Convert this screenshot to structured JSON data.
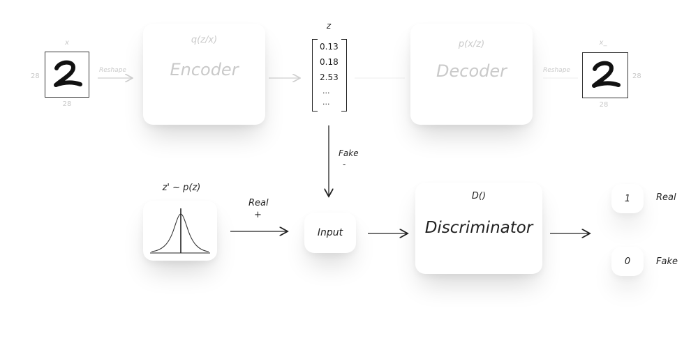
{
  "input_image": {
    "symbol": "x",
    "width_label": "28",
    "height_label": "28",
    "digit": "2"
  },
  "reshape_left": "Reshape",
  "encoder": {
    "dist": "q(z/x)",
    "label": "Encoder"
  },
  "latent": {
    "symbol": "z",
    "values": [
      "0.13",
      "0.18",
      "2.53",
      "...",
      "..."
    ]
  },
  "decoder": {
    "dist": "p(x/z)",
    "label": "Decoder"
  },
  "reshape_right": "Reshape",
  "output_image": {
    "symbol": "x_",
    "width_label": "28",
    "height_label": "28",
    "digit": "2"
  },
  "fake_arrow": {
    "label": "Fake",
    "sign": "-"
  },
  "prior": {
    "label": "z' ~ p(z)"
  },
  "real_arrow": {
    "label": "Real",
    "sign": "+"
  },
  "input_node": {
    "label": "Input"
  },
  "discriminator": {
    "func": "D()",
    "label": "Discriminator"
  },
  "outputs": [
    {
      "value": "1",
      "label": "Real"
    },
    {
      "value": "0",
      "label": "Fake"
    }
  ],
  "colors": {
    "faint": "#c9c9c9",
    "ink": "#222222"
  }
}
